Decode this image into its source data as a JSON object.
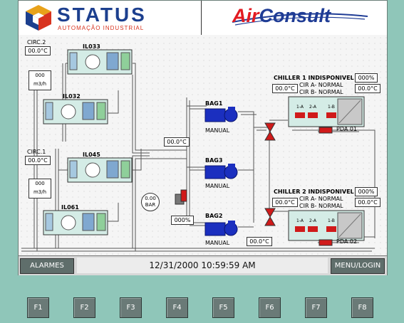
{
  "header": {
    "status_logo": "STATUS",
    "status_tagline": "AUTOMAÇÃO INDUSTRIAL",
    "airconsult_air": "Air",
    "airconsult_consult": "Consult"
  },
  "circuits": {
    "circ2": {
      "label": "CIRC.2",
      "temp": "00.0°C",
      "flow": "000",
      "flow_unit": "m3/h"
    },
    "circ1": {
      "label": "CIRC.1",
      "temp": "00.0°C",
      "flow": "000",
      "flow_unit": "m3/h"
    }
  },
  "units": {
    "il033": "IL033",
    "il032": "IL032",
    "il045": "IL045",
    "il061": "IL061"
  },
  "header_temp": "00.0°C",
  "pressure": {
    "value": "0.00",
    "unit": "BAR"
  },
  "valve_pct": "000%",
  "pumps": {
    "bag1": {
      "label": "BAG1",
      "mode": "MANUAL"
    },
    "bag3": {
      "label": "BAG3",
      "mode": "MANUAL"
    },
    "bag2": {
      "label": "BAG2",
      "mode": "MANUAL"
    }
  },
  "return_temp": "00.0°C",
  "chiller1": {
    "title": "CHILLER 1",
    "status": "INDISPONIVEL",
    "pct": "000%",
    "temp_in": "00.0°C",
    "temp_out": "00.0°C",
    "cir_a": "CIR A- NORMAL",
    "cir_b": "CIR B- NORMAL",
    "comp_1a": "1-A",
    "comp_2a": "2-A",
    "comp_1b": "1-B",
    "pda": "PDA 01"
  },
  "chiller2": {
    "title": "CHILLER 2",
    "status": "INDISPONIVEL",
    "pct": "000%",
    "temp_in": "00.0°C",
    "temp_out": "00.0°C",
    "cir_a": "CIR A- NORMAL",
    "cir_b": "CIR B- NORMAL",
    "comp_1a": "1-A",
    "comp_2a": "2-A",
    "comp_1b": "1-B",
    "pda": "PDA 02"
  },
  "statusbar": {
    "alarms": "ALARMES",
    "datetime": "12/31/2000 10:59:59 AM",
    "menu": "MENU/LOGIN"
  },
  "fkeys": [
    "F1",
    "F2",
    "F3",
    "F4",
    "F5",
    "F6",
    "F7",
    "F8"
  ],
  "colors": {
    "bezel": "#8fc6b9",
    "pump_blue": "#1b2fbf",
    "valve_red": "#d01a1a",
    "status_blue": "#1c3f8e",
    "air_red": "#e21b22"
  }
}
